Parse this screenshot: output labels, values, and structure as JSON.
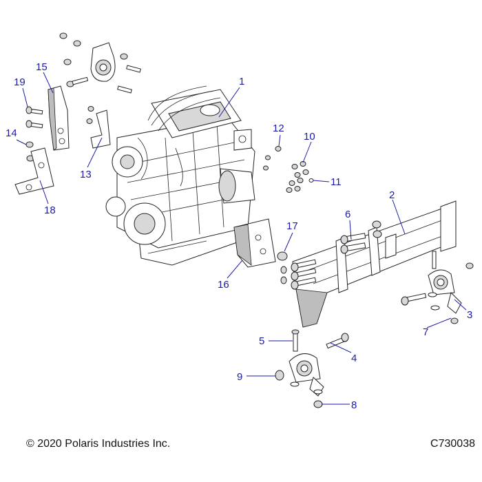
{
  "diagram": {
    "callouts": [
      "1",
      "2",
      "3",
      "4",
      "5",
      "6",
      "7",
      "8",
      "9",
      "10",
      "11",
      "12",
      "13",
      "14",
      "15",
      "16",
      "17",
      "18",
      "19"
    ]
  },
  "footer": {
    "copyright": "© 2020 Polaris Industries Inc.",
    "figure_id": "C730038"
  }
}
